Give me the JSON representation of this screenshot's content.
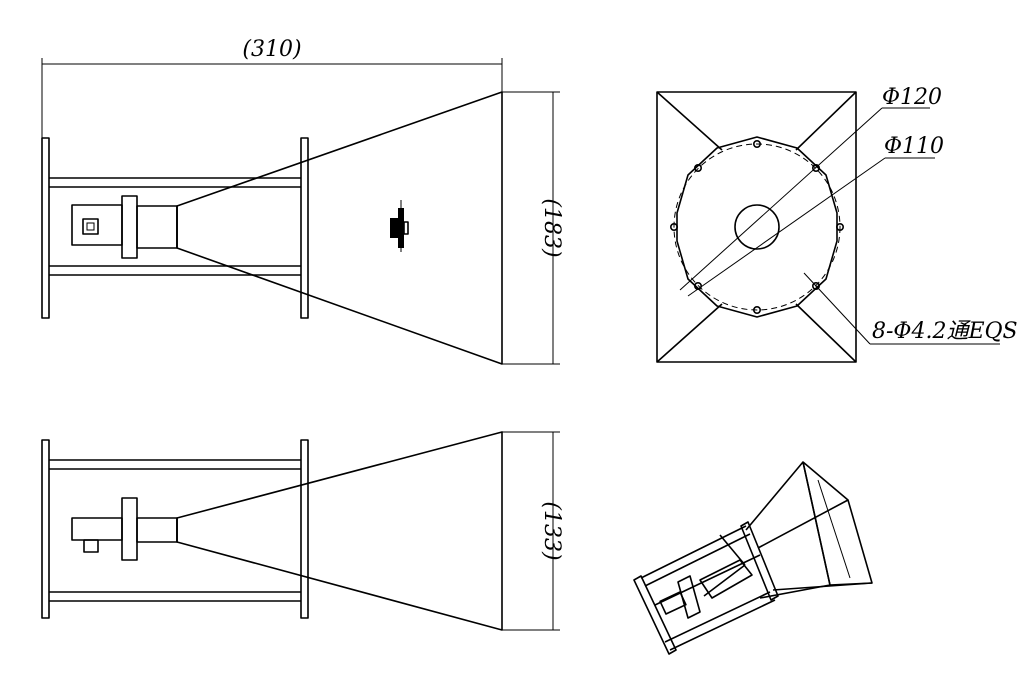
{
  "dimensions": {
    "overall_length": "(310)",
    "aperture_height_top": "(183)",
    "aperture_height_bottom": "(133)",
    "outer_circle": "Φ120",
    "bolt_circle": "Φ110",
    "holes": "8-Φ4.2通EQS"
  },
  "colors": {
    "line": "#000000",
    "background": "#ffffff"
  }
}
